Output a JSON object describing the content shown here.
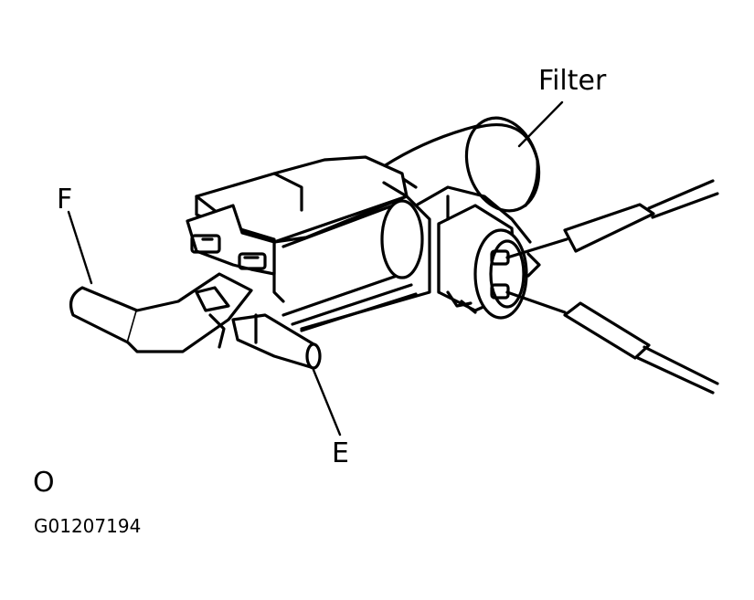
{
  "labels": {
    "filter": "Filter",
    "f": "F",
    "e": "E"
  },
  "figure_mark": "O",
  "figure_code": "G01207194",
  "colors": {
    "line": "#000000",
    "background": "#ffffff"
  }
}
